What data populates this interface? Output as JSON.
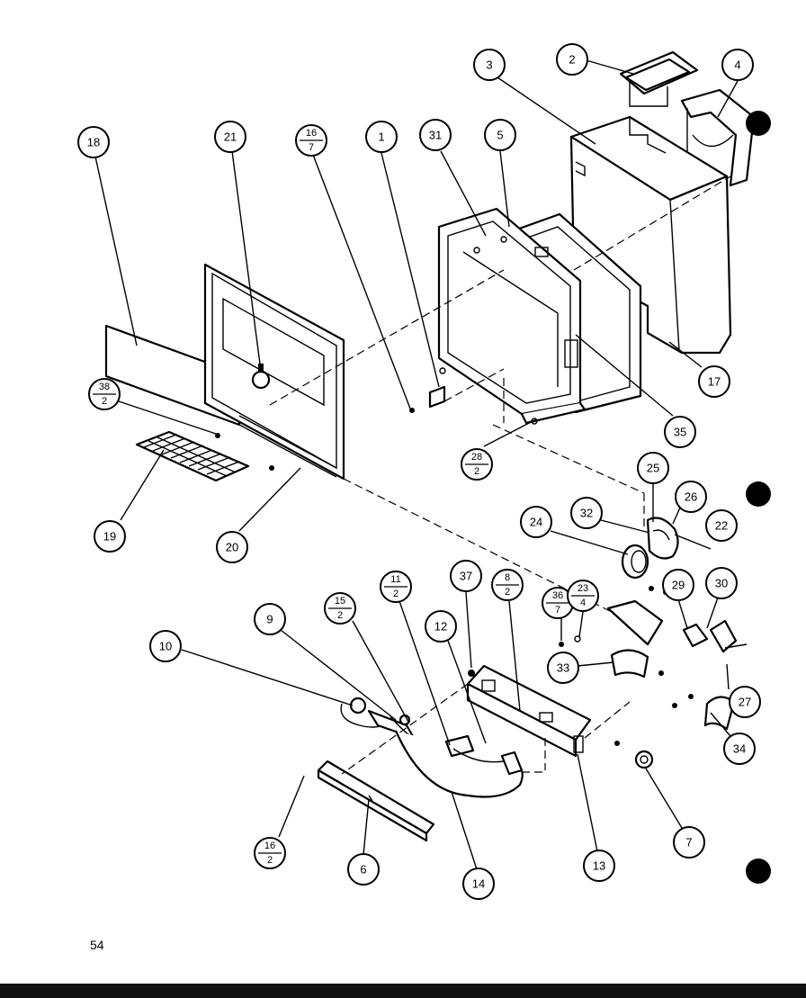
{
  "page_number": "54",
  "callouts": [
    {
      "id": "c1",
      "label": "1"
    },
    {
      "id": "c2",
      "label": "2"
    },
    {
      "id": "c3",
      "label": "3"
    },
    {
      "id": "c4",
      "label": "4"
    },
    {
      "id": "c5",
      "label": "5"
    },
    {
      "id": "c6",
      "label": "6"
    },
    {
      "id": "c7",
      "label": "7"
    },
    {
      "id": "c9",
      "label": "9"
    },
    {
      "id": "c10",
      "label": "10"
    },
    {
      "id": "c12",
      "label": "12"
    },
    {
      "id": "c13",
      "label": "13"
    },
    {
      "id": "c14",
      "label": "14"
    },
    {
      "id": "c17",
      "label": "17"
    },
    {
      "id": "c18",
      "label": "18"
    },
    {
      "id": "c19",
      "label": "19"
    },
    {
      "id": "c20",
      "label": "20"
    },
    {
      "id": "c21",
      "label": "21"
    },
    {
      "id": "c22",
      "label": "22"
    },
    {
      "id": "c24",
      "label": "24"
    },
    {
      "id": "c25",
      "label": "25"
    },
    {
      "id": "c26",
      "label": "26"
    },
    {
      "id": "c27",
      "label": "27"
    },
    {
      "id": "c29",
      "label": "29"
    },
    {
      "id": "c30",
      "label": "30"
    },
    {
      "id": "c31",
      "label": "31"
    },
    {
      "id": "c32",
      "label": "32"
    },
    {
      "id": "c33",
      "label": "33"
    },
    {
      "id": "c34",
      "label": "34"
    },
    {
      "id": "c35",
      "label": "35"
    },
    {
      "id": "c37",
      "label": "37"
    }
  ],
  "fraction_callouts": [
    {
      "id": "f16_7",
      "top": "16",
      "bottom": "7"
    },
    {
      "id": "f38_2",
      "top": "38",
      "bottom": "2"
    },
    {
      "id": "f28_2",
      "top": "28",
      "bottom": "2"
    },
    {
      "id": "f15_2",
      "top": "15",
      "bottom": "2"
    },
    {
      "id": "f11_2",
      "top": "11",
      "bottom": "2"
    },
    {
      "id": "f8_2",
      "top": "8",
      "bottom": "2"
    },
    {
      "id": "f36_7",
      "top": "36",
      "bottom": "7"
    },
    {
      "id": "f23_4",
      "top": "23",
      "bottom": "4"
    },
    {
      "id": "f16_2",
      "top": "16",
      "bottom": "2"
    }
  ]
}
